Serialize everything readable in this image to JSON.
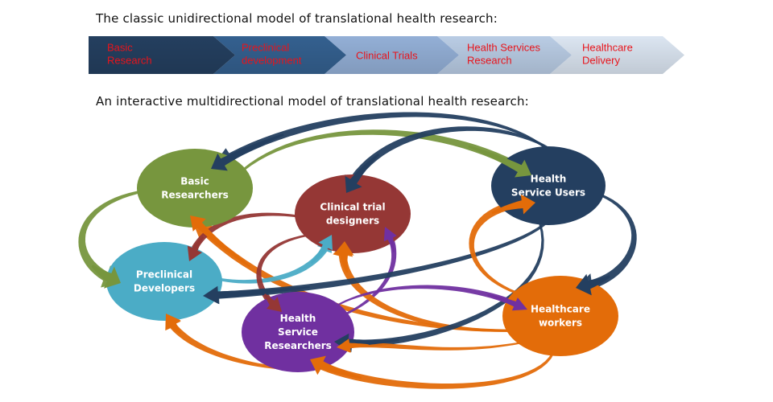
{
  "headings": {
    "classic": "The classic unidirectional model of translational health research:",
    "interactive": "An interactive multidirectional model of translational health research:"
  },
  "pipeline": {
    "stages": [
      {
        "lines": [
          "Basic",
          "Research"
        ],
        "fill": "#243f5f"
      },
      {
        "lines": [
          "Preclinical",
          "development"
        ],
        "fill": "#34608f"
      },
      {
        "lines": [
          "Clinical Trials"
        ],
        "fill": "#93afd6"
      },
      {
        "lines": [
          "Health Services",
          "Research"
        ],
        "fill": "#b9cce4"
      },
      {
        "lines": [
          "Healthcare",
          "Delivery"
        ],
        "fill": "#dbe5f1"
      }
    ],
    "label_color": "#e8141b"
  },
  "nodes": [
    {
      "id": "basic",
      "lines": [
        "Basic",
        "Researchers"
      ],
      "fill": "#77963e"
    },
    {
      "id": "clinical",
      "lines": [
        "Clinical trial",
        "designers"
      ],
      "fill": "#953735"
    },
    {
      "id": "users",
      "lines": [
        "Health",
        "Service Users"
      ],
      "fill": "#243f60"
    },
    {
      "id": "preclinical",
      "lines": [
        "Preclinical",
        "Developers"
      ],
      "fill": "#4bacc6"
    },
    {
      "id": "hsr",
      "lines": [
        "Health",
        "Service",
        "Researchers"
      ],
      "fill": "#7030a0"
    },
    {
      "id": "workers",
      "lines": [
        "Healthcare",
        "workers"
      ],
      "fill": "#e36c09"
    }
  ],
  "connections": [
    {
      "from": "users",
      "to": "basic",
      "color": "#243f60"
    },
    {
      "from": "basic",
      "to": "users",
      "color": "#77963e"
    },
    {
      "from": "users",
      "to": "clinical",
      "color": "#243f60"
    },
    {
      "from": "basic",
      "to": "preclinical",
      "color": "#77963e"
    },
    {
      "from": "workers",
      "to": "basic",
      "color": "#e36c09"
    },
    {
      "from": "clinical",
      "to": "preclinical",
      "color": "#953735"
    },
    {
      "from": "preclinical",
      "to": "clinical",
      "color": "#4bacc6"
    },
    {
      "from": "clinical",
      "to": "hsr",
      "color": "#953735"
    },
    {
      "from": "hsr",
      "to": "clinical",
      "color": "#7030a0"
    },
    {
      "from": "workers",
      "to": "clinical",
      "color": "#e36c09"
    },
    {
      "from": "users",
      "to": "preclinical",
      "color": "#243f60"
    },
    {
      "from": "users",
      "to": "hsr",
      "color": "#243f60"
    },
    {
      "from": "workers",
      "to": "users",
      "color": "#e36c09"
    },
    {
      "from": "users",
      "to": "workers",
      "color": "#243f60"
    },
    {
      "from": "hsr",
      "to": "workers",
      "color": "#7030a0"
    },
    {
      "from": "workers",
      "to": "hsr",
      "color": "#e36c09"
    },
    {
      "from": "hsr",
      "to": "preclinical",
      "color": "#e36c09"
    },
    {
      "from": "workers",
      "to": "preclinical",
      "color": "#e36c09"
    }
  ]
}
